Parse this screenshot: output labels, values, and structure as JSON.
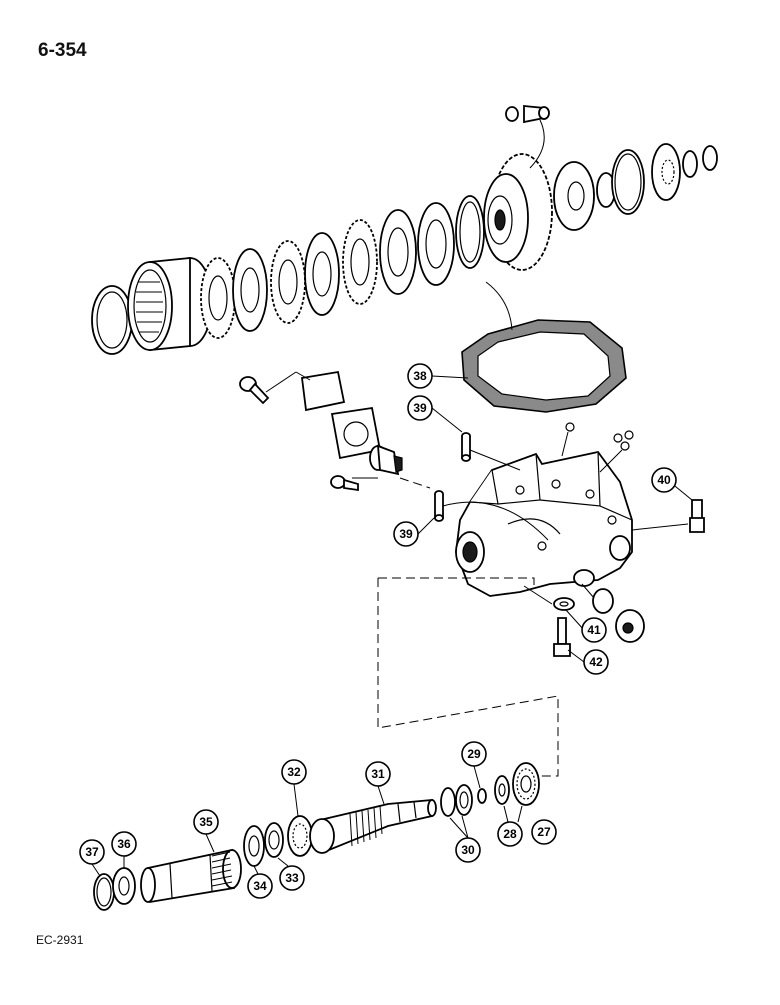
{
  "page_number": "6-354",
  "figure_code": "EC-2931",
  "callouts": [
    "27",
    "28",
    "29",
    "30",
    "31",
    "32",
    "33",
    "34",
    "35",
    "36",
    "37",
    "38",
    "39",
    "39",
    "40",
    "41",
    "42"
  ]
}
